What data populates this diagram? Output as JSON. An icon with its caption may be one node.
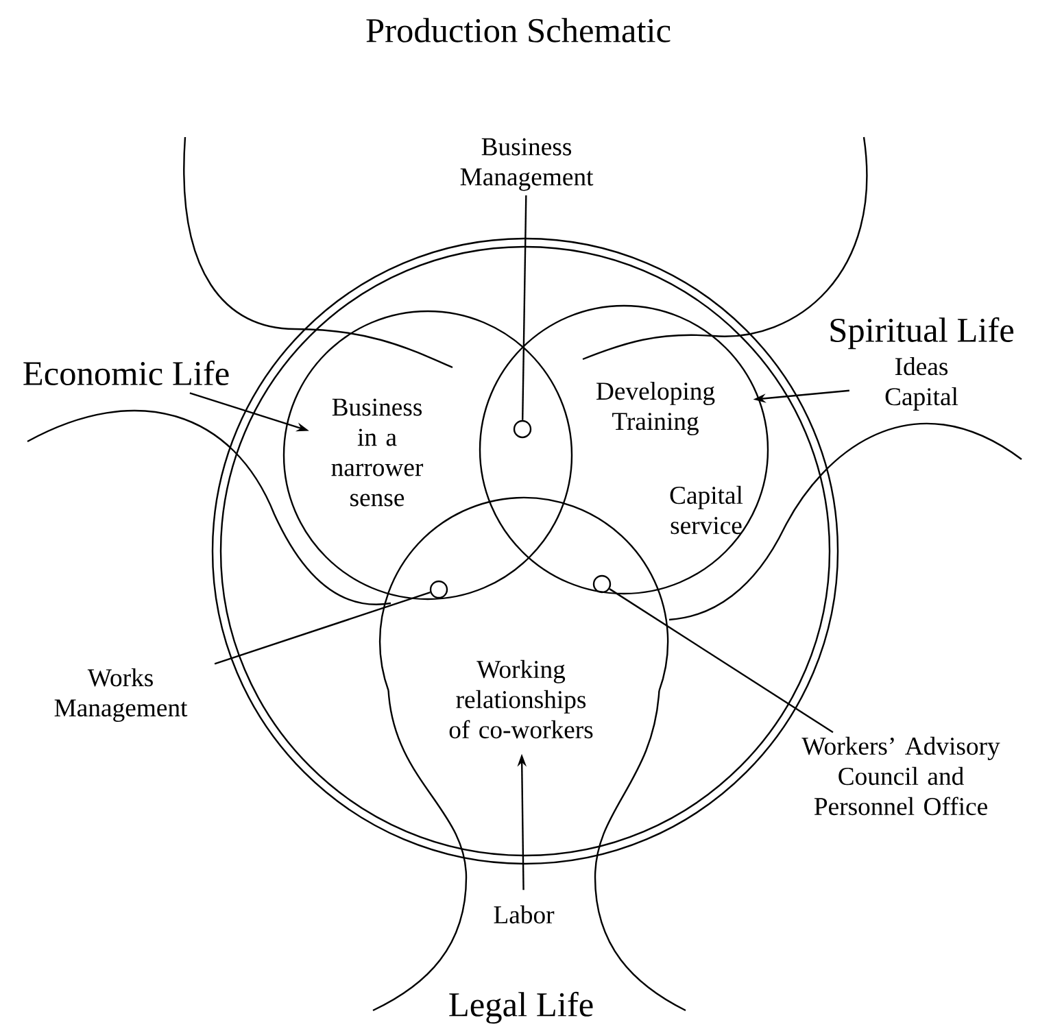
{
  "diagram": {
    "title": "Production Schematic",
    "nodes": [
      {
        "text": [
          "Business Management"
        ]
      },
      {
        "text": [],
        "shape": "circle"
      },
      {
        "text": [
          "Economic Life"
        ]
      },
      {
        "text": [
          "Business in a narrower sense"
        ]
      },
      {
        "text": [
          "Developing Training"
        ]
      },
      {
        "text": [
          "Spiritual Life"
        ]
      },
      {
        "text": [
          "Ideas Capital"
        ]
      },
      {
        "text": [
          "Capital service"
        ]
      },
      {
        "text": [],
        "shape": "circle"
      },
      {
        "text": [],
        "shape": "circle"
      },
      {
        "text": [
          "Works Management"
        ]
      },
      {
        "text": [
          "Working relationships of co-workers"
        ]
      },
      {
        "text": [
          "Workers’ Advisory Council and Personnel Office"
        ]
      },
      {
        "text": [
          "Labor"
        ]
      },
      {
        "text": [
          "Legal Life"
        ]
      }
    ],
    "edges": [
      {
        "from": 0,
        "to": 1,
        "arrow": "none"
      },
      {
        "from": 2,
        "to": 3,
        "arrow": "to"
      },
      {
        "from": 6,
        "to": 4,
        "arrow": "to"
      },
      {
        "from": 10,
        "to": 8,
        "arrow": "none"
      },
      {
        "from": 12,
        "to": 9,
        "arrow": "none"
      },
      {
        "from": 13,
        "to": 11,
        "arrow": "to"
      }
    ]
  }
}
